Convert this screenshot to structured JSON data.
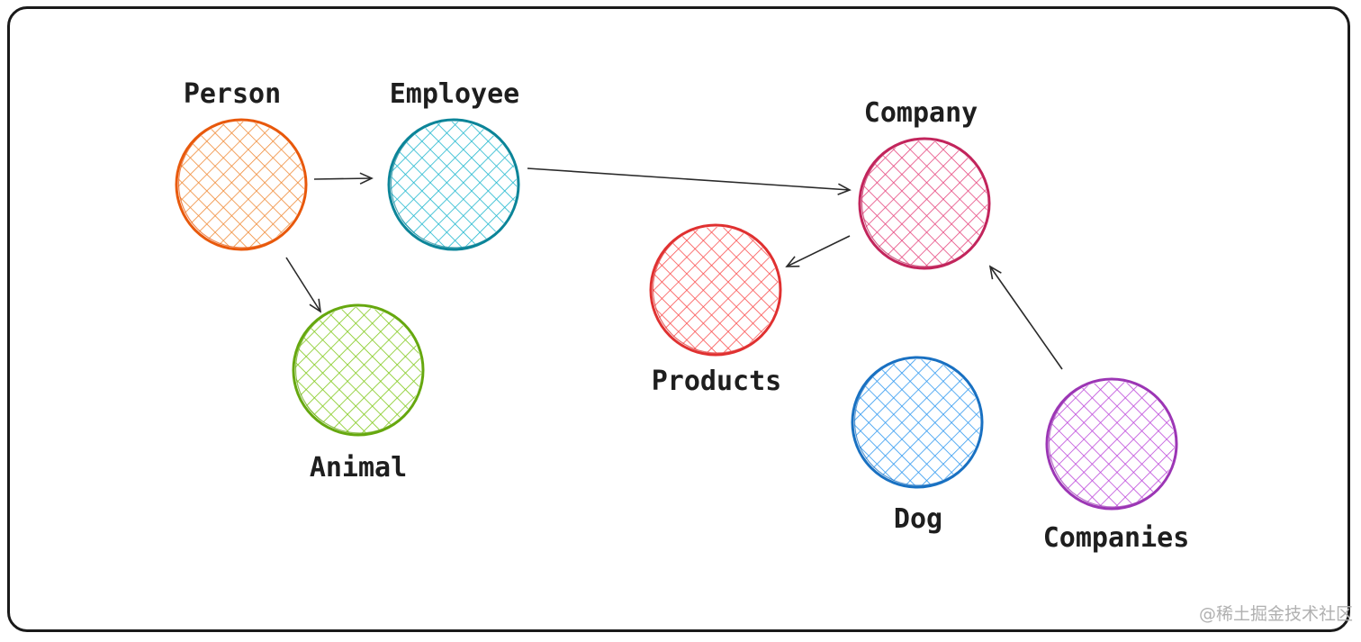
{
  "nodes": [
    {
      "id": "person",
      "label": "Person",
      "color": "#e8590c",
      "fill": "#f08c3a"
    },
    {
      "id": "employee",
      "label": "Employee",
      "color": "#0c8599",
      "fill": "#22b8cf"
    },
    {
      "id": "animal",
      "label": "Animal",
      "color": "#66a80f",
      "fill": "#82c91e"
    },
    {
      "id": "company",
      "label": "Company",
      "color": "#c2255c",
      "fill": "#e64980"
    },
    {
      "id": "products",
      "label": "Products",
      "color": "#e03131",
      "fill": "#fa5252"
    },
    {
      "id": "dog",
      "label": "Dog",
      "color": "#1971c2",
      "fill": "#339af0"
    },
    {
      "id": "companies",
      "label": "Companies",
      "color": "#9c36b5",
      "fill": "#be4bdb"
    }
  ],
  "edges": [
    {
      "from": "person",
      "to": "employee"
    },
    {
      "from": "person",
      "to": "animal"
    },
    {
      "from": "employee",
      "to": "company"
    },
    {
      "from": "company",
      "to": "products"
    },
    {
      "from": "companies",
      "to": "company"
    }
  ],
  "watermark": "@稀土掘金技术社区"
}
